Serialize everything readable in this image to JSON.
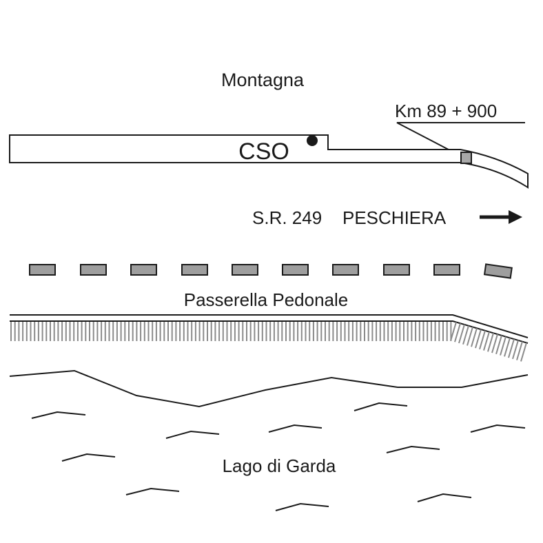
{
  "labels": {
    "mountain": "Montagna",
    "km_marker": "Km 89 + 900",
    "structure": "CSO",
    "road": "S.R. 249",
    "direction": "PESCHIERA",
    "footbridge": "Passerella Pedonale",
    "lake": "Lago di Garda"
  },
  "icons": {
    "direction_arrow": "arrow-right-icon",
    "position_marker": "dot-icon",
    "km_marker": "square-marker-icon"
  },
  "colors": {
    "stroke": "#1a1a1a",
    "dash_fill": "#9e9e9e",
    "marker_fill": "#a8a8a8",
    "hatch": "#8a8a8a"
  }
}
